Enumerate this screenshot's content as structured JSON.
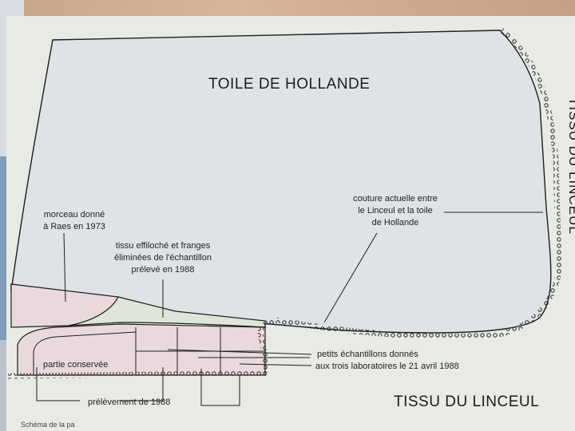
{
  "diagram": {
    "title_holland": "TOILE DE HOLLANDE",
    "title_shroud_bottom": "TISSU DU LINCEUL",
    "title_shroud_right": "TISSU DU LINCEUL",
    "label_raes": [
      "morceau donné",
      "à Raes en 1973"
    ],
    "label_frayed": [
      "tissu effiloché et franges",
      "éliminées de l'échantillon",
      "prélevé en 1988"
    ],
    "label_seam": [
      "couture actuelle entre",
      "le Linceul et la toile",
      "de Hollande"
    ],
    "label_conserved": "partie conservée",
    "label_samples": [
      "petits échantillons donnés",
      "aux trois laboratoires le 21 avril 1988"
    ],
    "label_sampling": "prélèvement de 1988",
    "caption": "Schéma de la pa"
  },
  "colors": {
    "sheet": "#e7ebe3",
    "holland_fill": "#dfe3e8",
    "pink_fill": "#e9d9dd",
    "green_fill": "#dde6d8",
    "line": "#1e1e1e"
  }
}
